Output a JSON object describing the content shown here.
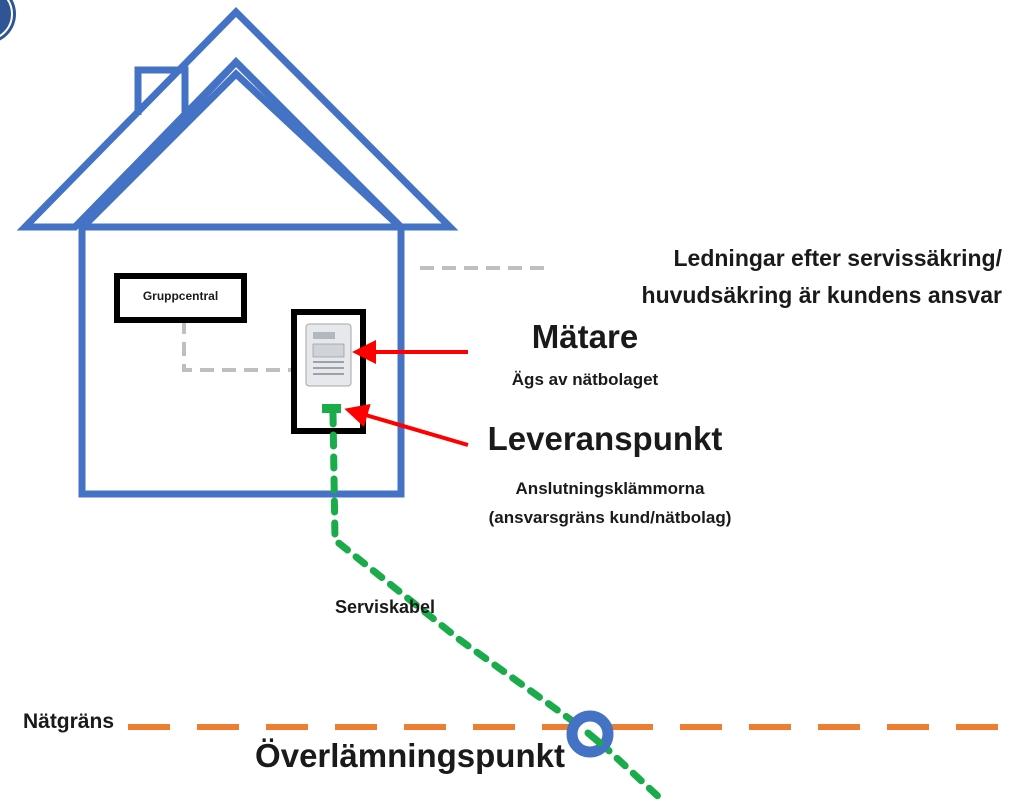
{
  "labels": {
    "gruppcentral": "Gruppcentral",
    "ledningar_line1": "Ledningar efter servissäkring/",
    "ledningar_line2": "huvudsäkring är kundens ansvar",
    "matare_title": "Mätare",
    "matare_sub": "Ägs av nätbolaget",
    "leveranspunkt_title": "Leveranspunkt",
    "leveranspunkt_sub1": "Anslutningsklämmorna",
    "leveranspunkt_sub2": "(ansvarsgräns kund/nätbolag)",
    "serviskabel": "Serviskabel",
    "natgrans": "Nätgräns",
    "overlamningspunkt": "Överlämningspunkt"
  },
  "colors": {
    "house_outline": "#4472c4",
    "customer_wiring": "#bfbfbf",
    "service_cable": "#1aab4a",
    "grid_boundary": "#ed7d31",
    "pointer_arrows": "#ff0000",
    "handover_point": "#4472c4"
  }
}
